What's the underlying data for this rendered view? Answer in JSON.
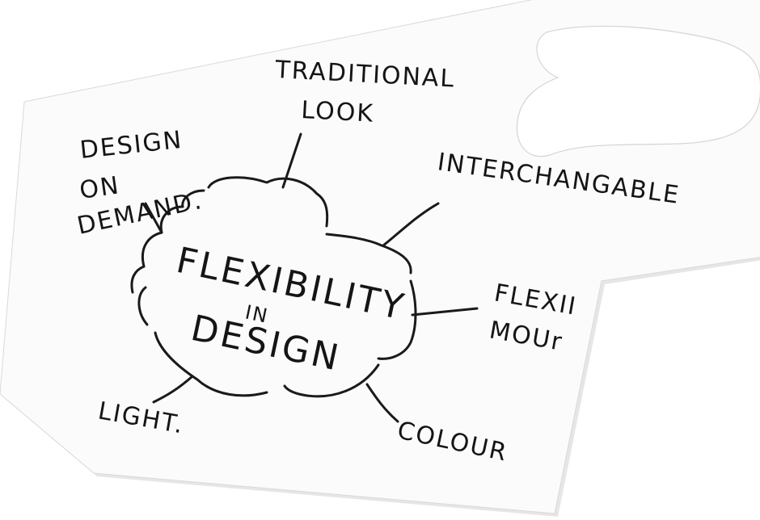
{
  "center_topic": {
    "line1": "FLEXIBILITY",
    "line2": "IN",
    "line3": "DESIGN"
  },
  "branches": {
    "traditional": {
      "line1": "TRADITIONAL",
      "line2": "LOOK"
    },
    "interchangable": {
      "line1": "INTERCHANGABLE"
    },
    "flexible": {
      "line1": "FLEXII",
      "line2": "MOUr"
    },
    "colour": {
      "line1": "COLOUR"
    },
    "light": {
      "line1": "LIGHT."
    },
    "design_on_demand": {
      "line1": "DESIGN",
      "line2": "ON",
      "line3": "DEMAND."
    }
  },
  "colors": {
    "ink": "#1a1a1a",
    "paper": "#fbfbfb",
    "background": "#ffffff"
  }
}
